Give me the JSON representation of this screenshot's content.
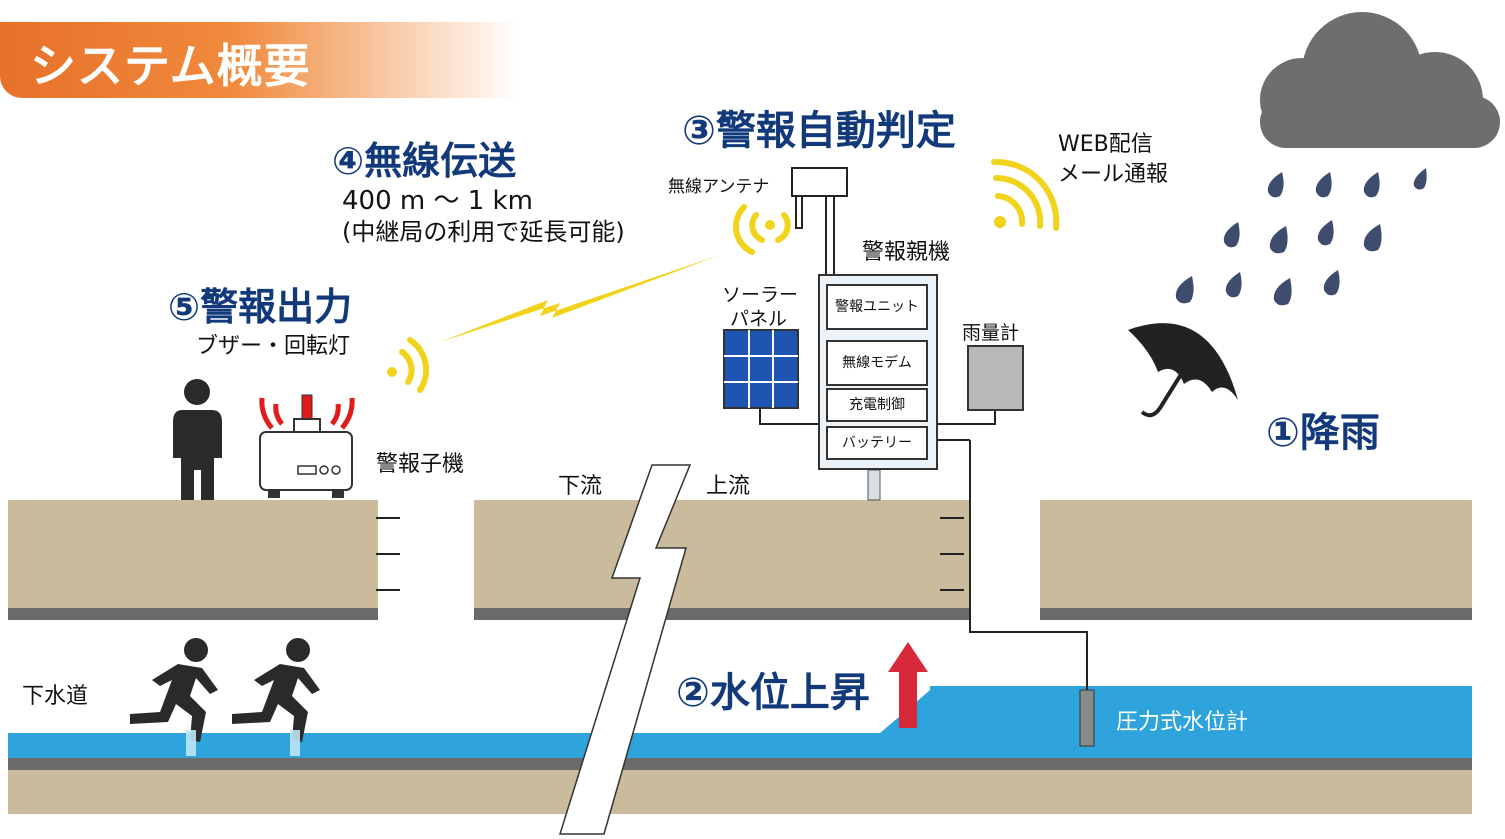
{
  "title": "システム概要",
  "steps": {
    "s1": "①降雨",
    "s2": "②水位上昇",
    "s3": "③警報自動判定",
    "s4": "④無線伝送",
    "s5": "⑤警報出力"
  },
  "wireless": {
    "range": "400 m ～ 1 km",
    "note": "(中継局の利用で延長可能)"
  },
  "output_desc": "ブザー・回転灯",
  "labels": {
    "antenna": "無線アンテナ",
    "web": "WEB配信",
    "mail": "メール通報",
    "parent_unit": "警報親機",
    "solar_line1": "ソーラー",
    "solar_line2": "パネル",
    "rain_gauge": "雨量計",
    "child_unit": "警報子機",
    "downstream": "下流",
    "upstream": "上流",
    "sewer": "下水道",
    "water_gauge": "圧力式水位計"
  },
  "panel_modules": [
    "警報ユニット",
    "無線モデム",
    "充電制御",
    "バッテリー"
  ],
  "colors": {
    "title_bg": "#e8702a",
    "step_text": "#123a7a",
    "ground": "#c9bb9b",
    "water": "#2fa3dc",
    "signal": "#f2d31b",
    "arrow": "#d62a3a",
    "beacon": "#e01b1b"
  }
}
